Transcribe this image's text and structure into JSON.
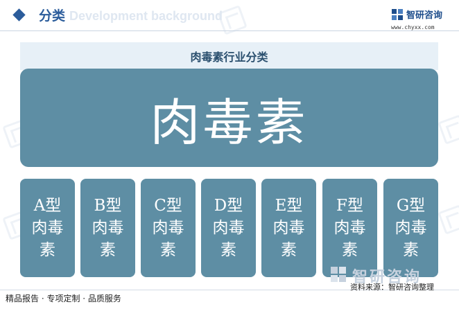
{
  "header": {
    "section_title": "分类",
    "watermark_text": "Development background",
    "logo": {
      "icon": "zhiyan-logo-icon",
      "name": "智研咨询",
      "url": "www.chyxx.com"
    }
  },
  "diagram": {
    "title": "肉毒素行业分类",
    "root_label": "肉毒素",
    "types": [
      {
        "label": "A型肉毒素"
      },
      {
        "label": "B型肉毒素"
      },
      {
        "label": "C型肉毒素"
      },
      {
        "label": "D型肉毒素"
      },
      {
        "label": "E型肉毒素"
      },
      {
        "label": "F型肉毒素"
      },
      {
        "label": "G型肉毒素"
      }
    ]
  },
  "footer": {
    "services": "精品报告 · 专项定制 · 品质服务",
    "brand_name": "智研咨询",
    "source": "资料来源：智研咨询整理"
  },
  "colors": {
    "accent": "#2b5c9b",
    "box_fill": "#5e8ea4",
    "band_fill": "#e7f0f7",
    "title_text": "#2a4f6e"
  }
}
